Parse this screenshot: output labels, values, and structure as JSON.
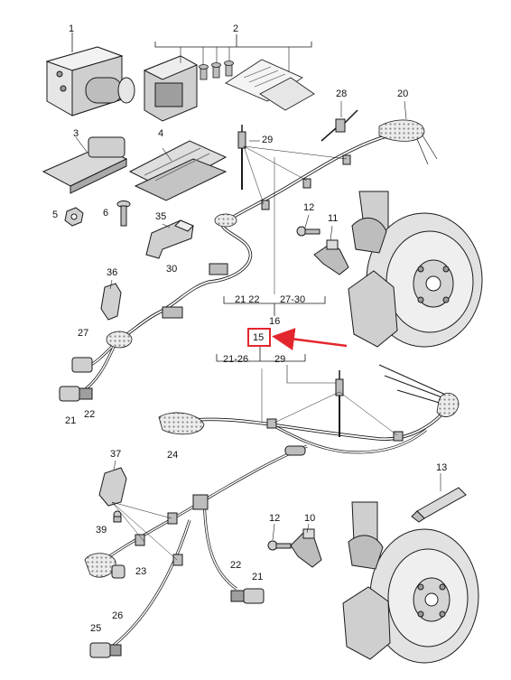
{
  "part_numbers": {
    "p1": "1",
    "p2": "2",
    "p3": "3",
    "p4": "4",
    "p5": "5",
    "p6": "6",
    "p10": "10",
    "p11": "11",
    "p12a": "12",
    "p12b": "12",
    "p13": "13",
    "p15": "15",
    "p16": "16",
    "p20": "20",
    "p21a": "21",
    "p21b": "21",
    "p22a": "22",
    "p22b": "22",
    "p23": "23",
    "p24": "24",
    "p25": "25",
    "p26": "26",
    "p27": "27",
    "p28": "28",
    "p29a": "29",
    "p29b": "29",
    "p30": "30",
    "p35": "35",
    "p36": "36",
    "p37": "37",
    "p39": "39"
  },
  "group_labels": {
    "g21_22": "21 22",
    "g27_30": "27-30",
    "g21_26": "21-26"
  },
  "highlight": {
    "target": "15",
    "color": "#e3262d"
  },
  "colors": {
    "line": "#1a1a1a",
    "part_fill": "#e6e6e6",
    "part_shade": "#bdbdbd",
    "accent": "#e3262d"
  }
}
